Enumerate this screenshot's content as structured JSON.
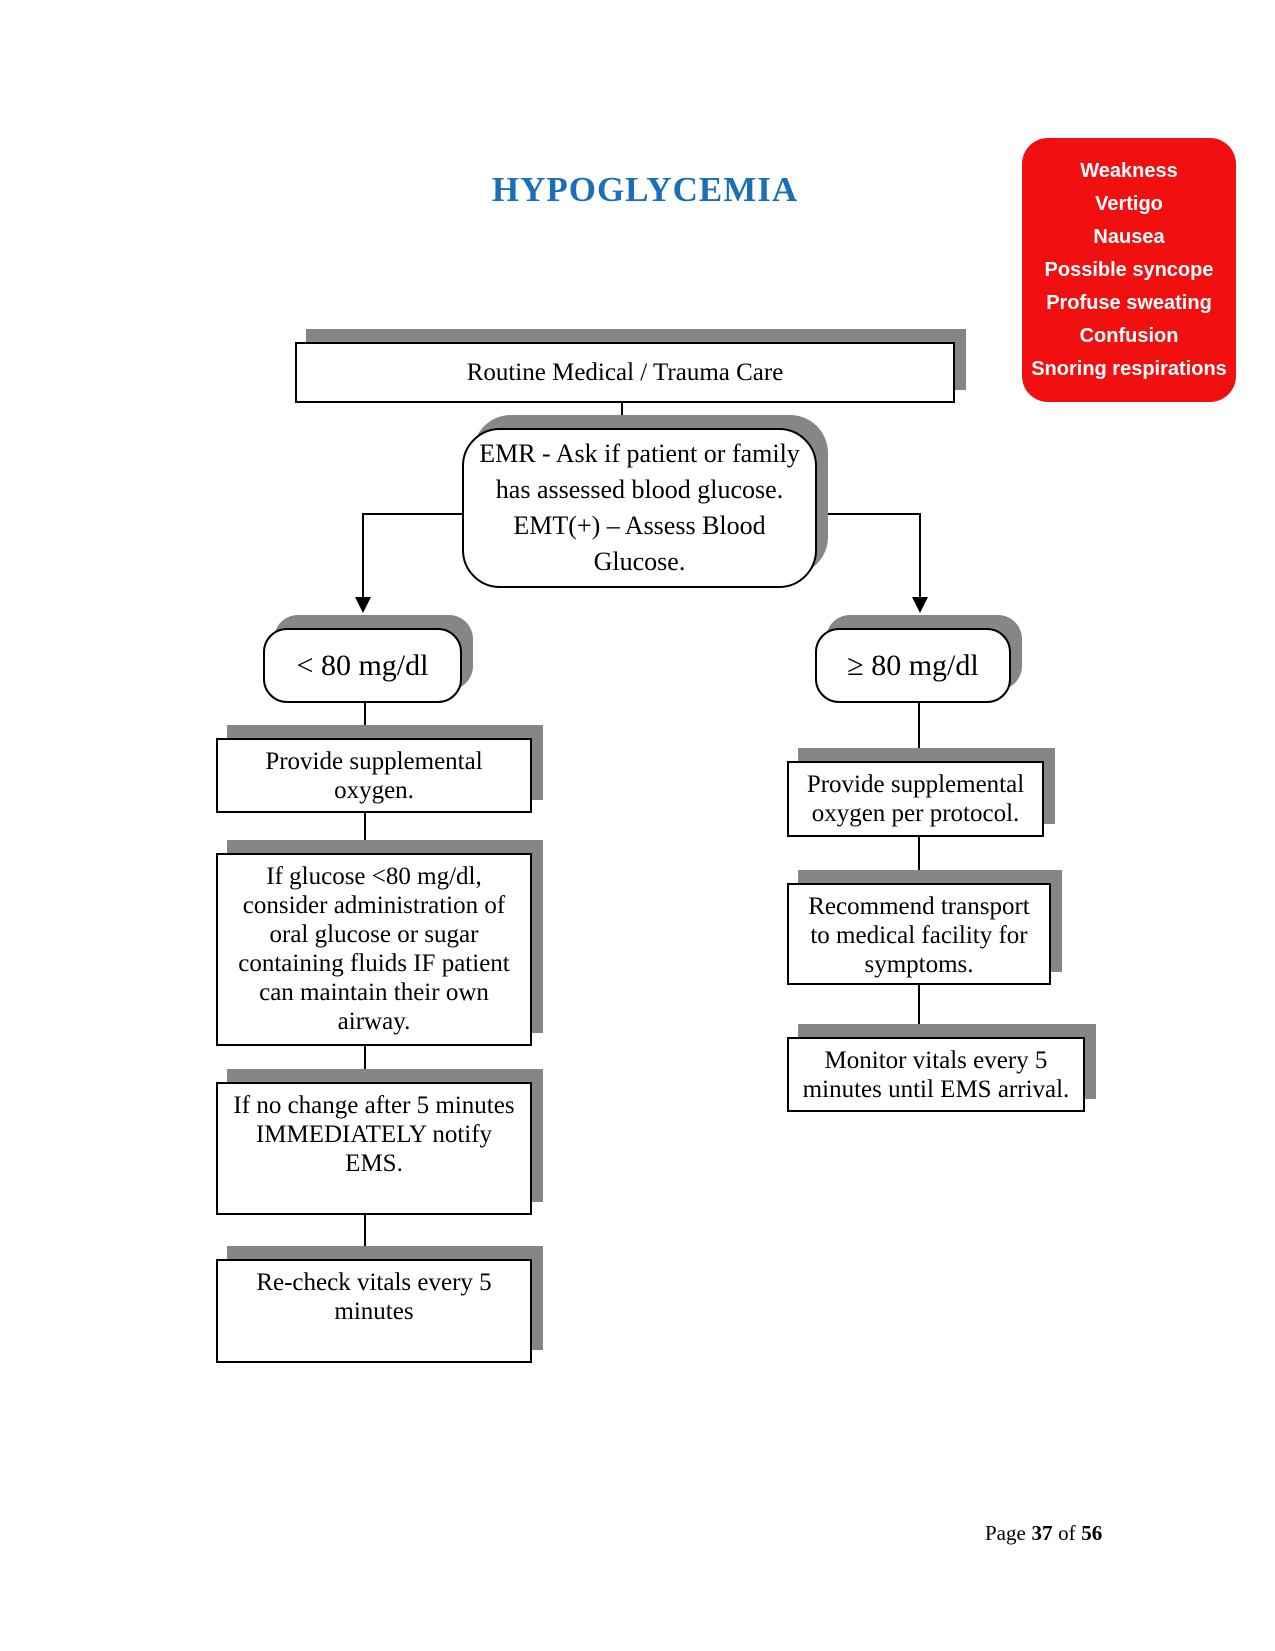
{
  "title": "HYPOGLYCEMIA",
  "accent": {
    "title_color": "#1b6fb8",
    "alert_red": "#f20f0f",
    "shadow_gray": "#868686"
  },
  "symptoms": {
    "items": [
      "Weakness",
      "Vertigo",
      "Nausea",
      "Possible syncope",
      "Profuse sweating",
      "Confusion",
      "Snoring respirations"
    ]
  },
  "flow": {
    "root": {
      "lines": [
        "Routine Medical / Trauma Care"
      ]
    },
    "assess": {
      "lines": [
        "EMR - Ask if patient or family",
        "has assessed blood glucose.",
        "EMT(+) – Assess Blood",
        "Glucose."
      ]
    },
    "low": {
      "label": "< 80 mg/dl",
      "step1": {
        "lines": [
          "Provide supplemental",
          "oxygen."
        ]
      },
      "step2": {
        "lines": [
          "If glucose <80 mg/dl,",
          "consider administration of",
          "oral glucose or sugar",
          "containing fluids IF patient",
          "can maintain their own",
          "airway."
        ]
      },
      "step3": {
        "lines": [
          "If no change after 5 minutes",
          "IMMEDIATELY notify",
          "EMS."
        ]
      },
      "step4": {
        "lines": [
          "Re-check vitals every 5",
          "minutes"
        ]
      }
    },
    "high": {
      "label": "≥ 80 mg/dl",
      "step1": {
        "lines": [
          "Provide supplemental",
          "oxygen per protocol."
        ]
      },
      "step2": {
        "lines": [
          "Recommend transport",
          "to medical facility for",
          "symptoms."
        ]
      },
      "step3": {
        "lines": [
          "Monitor vitals every 5",
          "minutes until EMS arrival."
        ]
      }
    }
  },
  "footer": {
    "page_label": "Page",
    "page_number": "37",
    "of_label": "of",
    "page_total": "56"
  }
}
